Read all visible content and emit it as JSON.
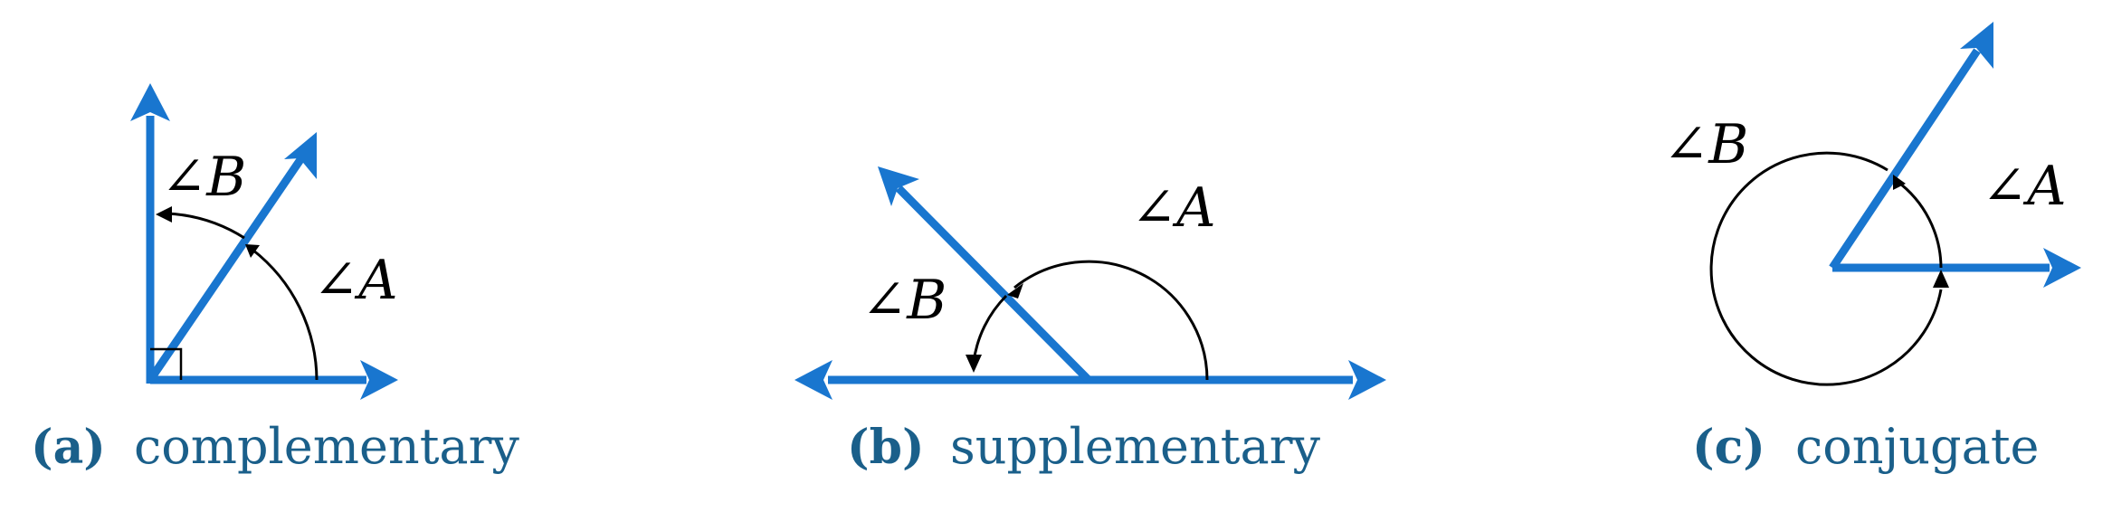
{
  "colors": {
    "ray": "#1976cf",
    "caption": "#1a5f8a",
    "arc": "#000000"
  },
  "panels": [
    {
      "tag": "(a)",
      "caption": "complementary",
      "label_a": "∠A",
      "label_b": "∠B"
    },
    {
      "tag": "(b)",
      "caption": "supplementary",
      "label_a": "∠A",
      "label_b": "∠B"
    },
    {
      "tag": "(c)",
      "caption": "conjugate",
      "label_a": "∠A",
      "label_b": "∠B"
    }
  ]
}
